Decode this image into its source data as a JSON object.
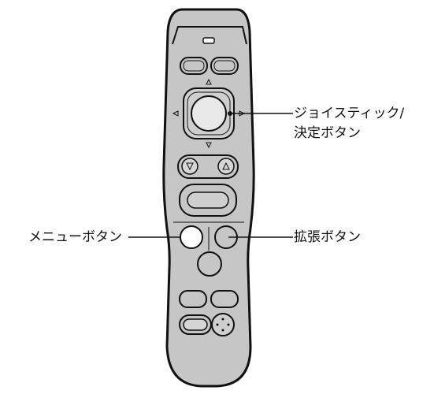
{
  "labels": {
    "joystick_line1": "ジョイスティック/",
    "joystick_line2": "決定ボタン",
    "menu": "メニューボタン",
    "expand": "拡張ボタン"
  }
}
